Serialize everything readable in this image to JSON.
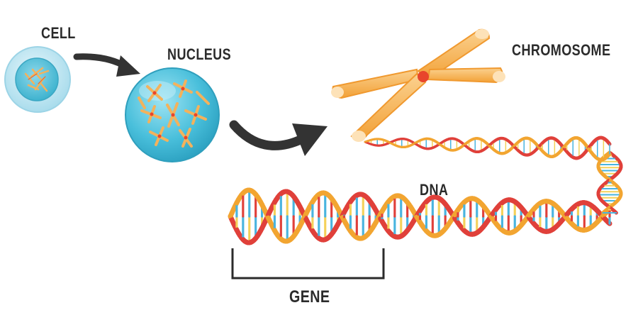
{
  "labels": {
    "cell": "CELL",
    "nucleus": "NUCLEUS",
    "chromosome": "CHROMOSOME",
    "dna": "DNA",
    "gene": "GENE"
  },
  "colors": {
    "cell_fill": "#bfe6f2",
    "nucleus_fill": "#55c4dc",
    "chromosome": "#f7b657",
    "centromere": "#e8452c",
    "strand_orange": "#f2a531",
    "strand_red": "#e0403a",
    "base_blue": "#49b4df",
    "base_yellow": "#f4d15a",
    "arrow": "#333333"
  }
}
